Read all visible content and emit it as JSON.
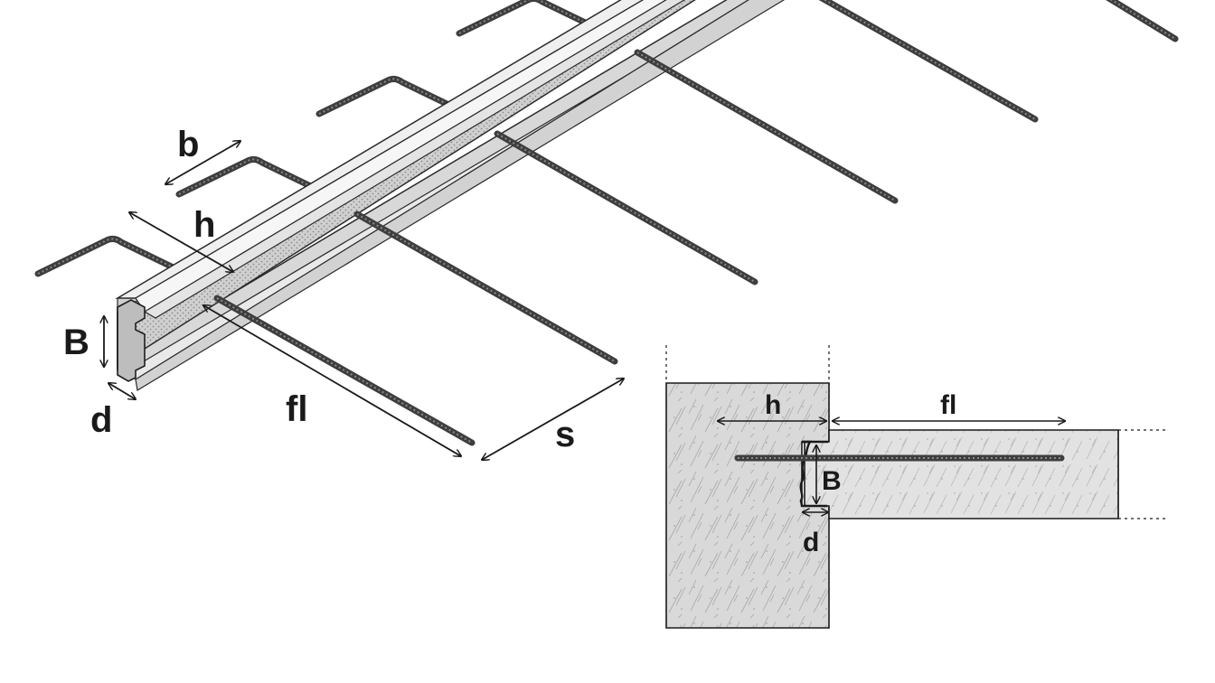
{
  "iso": {
    "label_b": "b",
    "label_h": "h",
    "label_B": "B",
    "label_d": "d",
    "label_fl": "fl",
    "label_s": "s"
  },
  "section": {
    "label_h": "h",
    "label_fl": "fl",
    "label_B": "B",
    "label_d": "d"
  },
  "colors": {
    "rebar": "#4a4a4a",
    "concrete": "#d9d9d9",
    "profile_light": "#efefef",
    "profile_mid": "#d4d4d4",
    "profile_dots": "#9a9a9a",
    "ink": "#1a1a1a"
  }
}
